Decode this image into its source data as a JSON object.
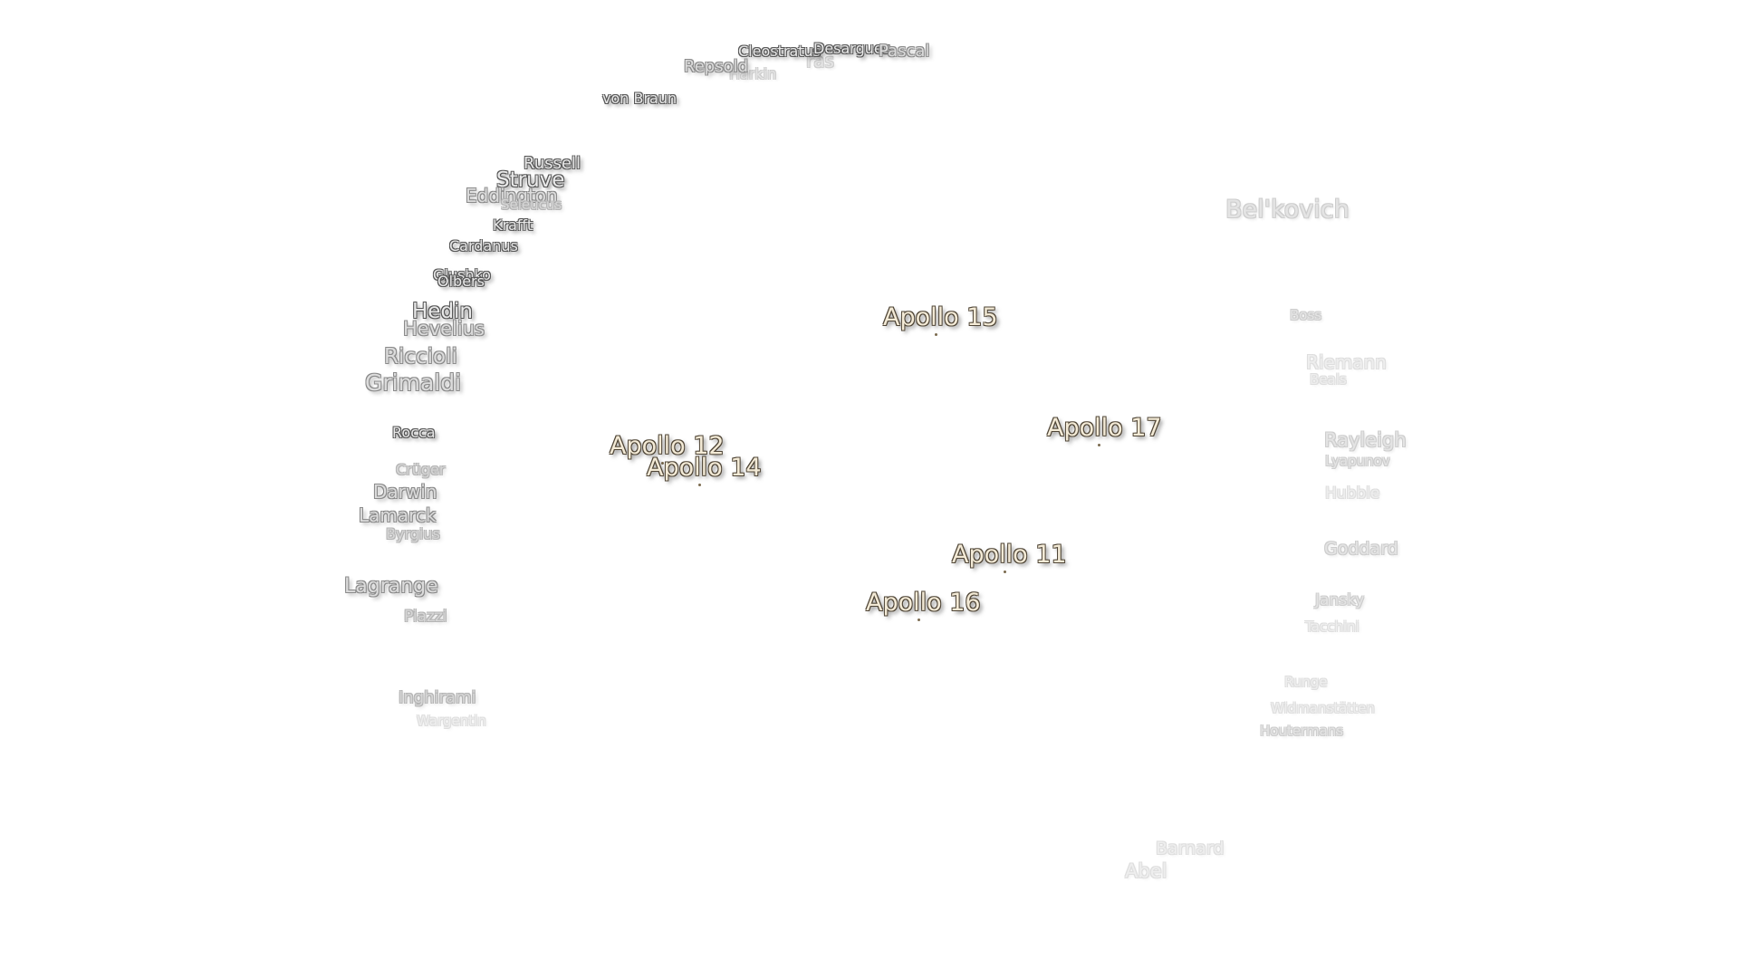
{
  "craters": {
    "cleostratus": "Cleostratus",
    "desargues": "Desargues",
    "pascal": "Pascal",
    "anaxagoras": "ras",
    "repsold": "Repsold",
    "harkin": "Harkin",
    "von_braun": "von Braun",
    "russell": "Russell",
    "struve": "Struve",
    "eddington": "Eddington",
    "seleucus": "Seleucus",
    "krafft": "Krafft",
    "cardanus": "Cardanus",
    "olbers": "Olbers",
    "glushko": "Glushko",
    "hedin": "Hedin",
    "hevelius": "Hevelius",
    "riccioli": "Riccioli",
    "grimaldi": "Grimaldi",
    "rocca": "Rocca",
    "cruger": "Crüger",
    "darwin": "Darwin",
    "lamarck": "Lamarck",
    "byrgius": "Byrgius",
    "lagrange": "Lagrange",
    "piazzi": "Piazzi",
    "inghirami": "Inghirami",
    "wargentin": "Wargentin",
    "belkovich": "Bel'kovich",
    "boss": "Boss",
    "riemann": "Riemann",
    "beals": "Beals",
    "rayleigh": "Rayleigh",
    "lyapunov": "Lyapunov",
    "hubble": "Hubble",
    "goddard": "Goddard",
    "jansky": "Jansky",
    "tacchini": "Tacchini",
    "runge": "Runge",
    "widmanstatten": "Widmanstätten",
    "houtermans": "Houtermans",
    "barnard": "Barnard",
    "abel": "Abel"
  },
  "apollo_sites": {
    "apollo_15": "Apollo 15",
    "apollo_17": "Apollo 17",
    "apollo_12": "Apollo 12",
    "apollo_14": "Apollo 14",
    "apollo_11": "Apollo 11",
    "apollo_16": "Apollo 16"
  }
}
